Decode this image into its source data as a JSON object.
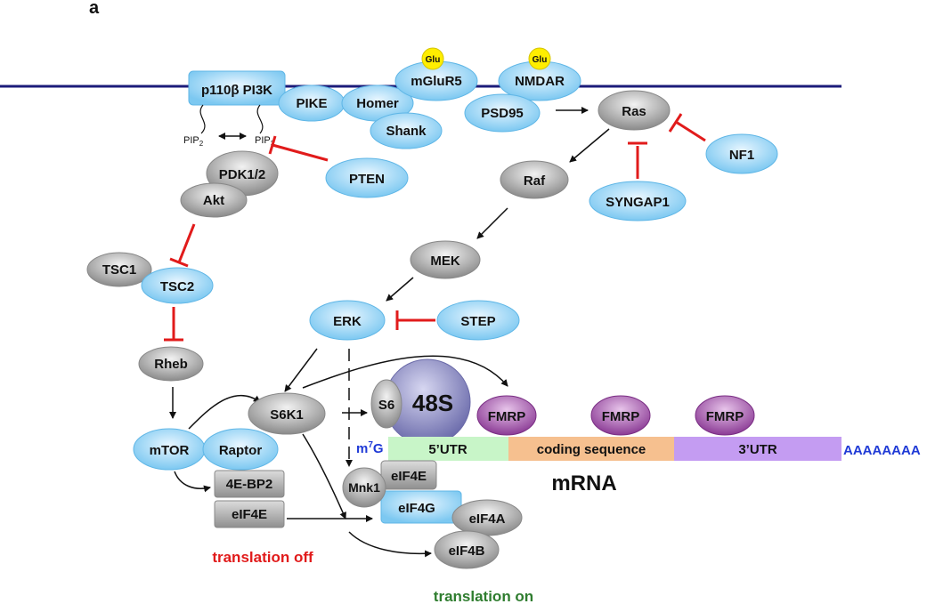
{
  "panel_label": "a",
  "colors": {
    "blue_fill": "#a9dcf7",
    "blue_stroke": "#5fb6e6",
    "gray_fill": "#bdbdbd",
    "gray_dark": "#8c8c8c",
    "purple_fill": "#9a4aa3",
    "ribosome": "#6e6eb0",
    "membrane": "#1c1c7a",
    "inhibit": "#e11b1b",
    "utr5": "#c8f5c8",
    "coding": "#f6c08f",
    "utr3": "#c49cf2",
    "glu": "#ffee00",
    "translation_off": "#e11b1b",
    "translation_on": "#2f7d2f",
    "polyA": "#1f3ad6"
  },
  "proteins": {
    "p110": "p110β PI3K",
    "pike": "PIKE",
    "homer": "Homer",
    "shank": "Shank",
    "mglur5": "mGluR5",
    "nmdar": "NMDAR",
    "psd95": "PSD95",
    "glu1": "Glu",
    "glu2": "Glu",
    "ras": "Ras",
    "nf1": "NF1",
    "raf": "Raf",
    "syngap1": "SYNGAP1",
    "pdk": "PDK1/2",
    "akt": "Akt",
    "pten": "PTEN",
    "mek": "MEK",
    "erk": "ERK",
    "step": "STEP",
    "tsc1": "TSC1",
    "tsc2": "TSC2",
    "rheb": "Rheb",
    "mtor": "mTOR",
    "raptor": "Raptor",
    "s6k1": "S6K1",
    "bp2": "4E-BP2",
    "eif4e_off": "eIF4E",
    "s6": "S6",
    "s48": "48S",
    "mnk1": "Mnk1",
    "eif4e_on": "eIF4E",
    "eif4g": "eIF4G",
    "eif4a": "eIF4A",
    "eif4b": "eIF4B"
  },
  "lipids": {
    "pip2": "PIP",
    "pip2_sub": "2",
    "pip3": "PIP",
    "pip3_sub": "3"
  },
  "mrna": {
    "cap_m": "m",
    "cap_sup": "7",
    "cap_g": "G",
    "utr5": "5’UTR",
    "coding": "coding sequence",
    "utr3": "3’UTR",
    "polyA": "AAAAAAAA",
    "label": "mRNA",
    "fmrp": [
      "FMRP",
      "FMRP",
      "FMRP"
    ]
  },
  "labels": {
    "translation_off": "translation off",
    "translation_on": "translation on"
  }
}
